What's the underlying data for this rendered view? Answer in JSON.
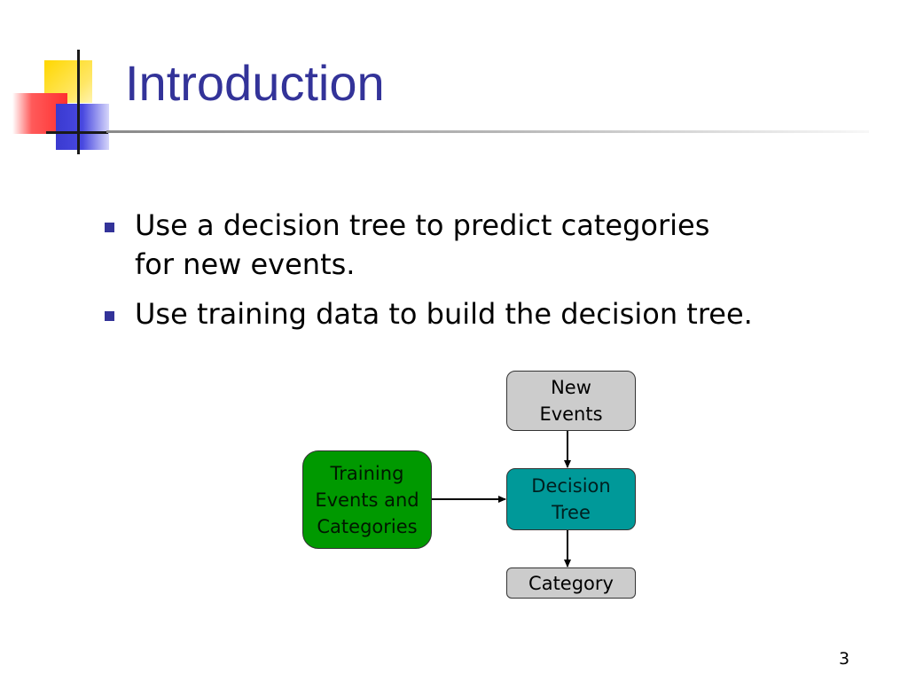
{
  "slide": {
    "title": "Introduction",
    "page_number": "3",
    "accent_color": "#333399"
  },
  "bullets": [
    {
      "text": "Use a decision tree to predict categories\nfor new events."
    },
    {
      "text": "Use training data to build the decision tree."
    }
  ],
  "diagram": {
    "nodes": {
      "new_events": {
        "label": "New\nEvents",
        "color": "#cccccc"
      },
      "decision_tree": {
        "label": "Decision\nTree",
        "color": "#009999"
      },
      "training": {
        "label": "Training\nEvents and\nCategories",
        "color": "#009900"
      },
      "category": {
        "label": "Category",
        "color": "#cccccc"
      }
    }
  }
}
